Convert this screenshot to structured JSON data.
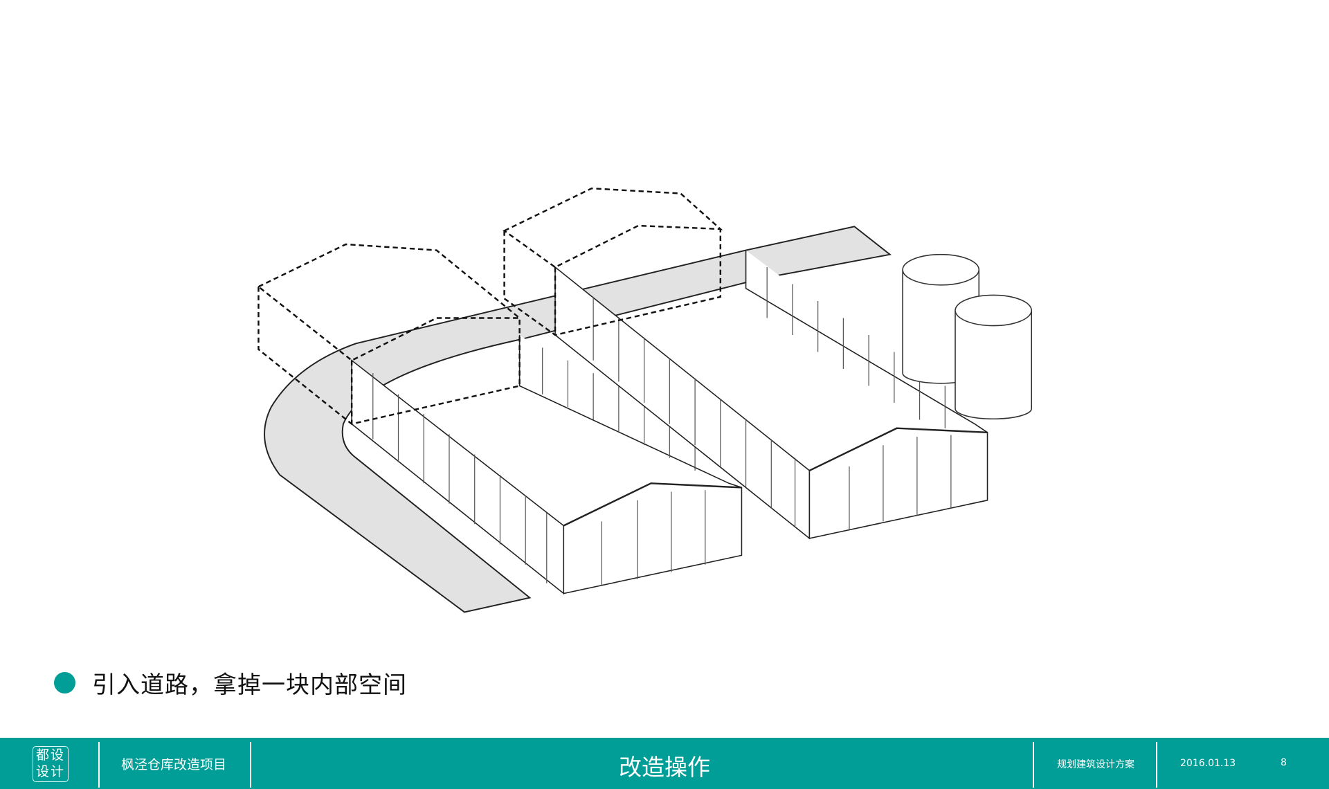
{
  "slide": {
    "bullet_text": "引入道路，拿掉一块内部空间",
    "accent_color": "#009e96"
  },
  "footer": {
    "logo_line1": "都设",
    "logo_line2": "设计",
    "project_name": "枫泾仓库改造项目",
    "section_title": "改造操作",
    "subtitle": "规划建筑设计方案",
    "date": "2016.01.13",
    "page_number": "8"
  }
}
